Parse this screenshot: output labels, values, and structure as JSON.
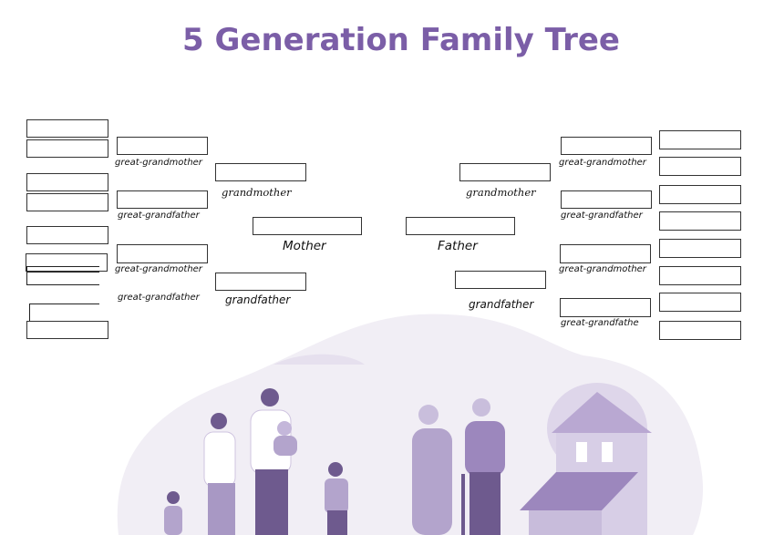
{
  "title": "5 Generation Family Tree",
  "left": {
    "parent": "Mother",
    "grandmother": "grandmother",
    "grandfather": "grandfather",
    "great_grandparents": [
      "great-grandmother",
      "great-grandfather",
      "great-grandmother",
      "great-grandfather"
    ]
  },
  "right": {
    "parent": "Father",
    "grandmother": "grandmother",
    "grandfather": "grandfather",
    "great_grandparents": [
      "great-grandmother",
      "great-grandfather",
      "great-grandmother",
      "great-grandfathe"
    ]
  },
  "colors": {
    "title": "#7b5ea7",
    "illustration_dark": "#6e5a8e",
    "illustration_light": "#efebf4"
  }
}
